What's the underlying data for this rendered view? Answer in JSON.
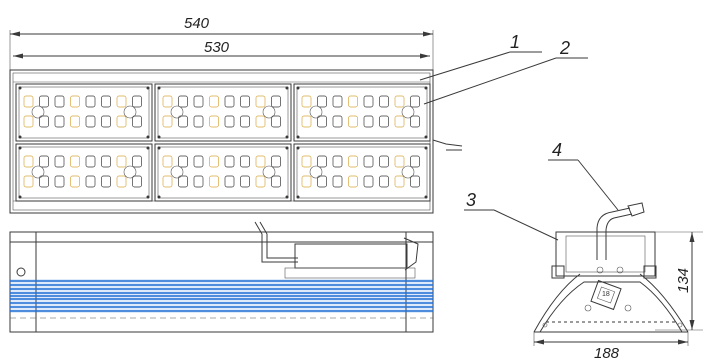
{
  "dimensions": {
    "overall_length": "540",
    "frame_length": "530",
    "side_height": "134",
    "side_width": "188"
  },
  "callouts": [
    "1",
    "2",
    "3",
    "4"
  ],
  "colors": {
    "line": "#3a3a3a",
    "heatsink_blue": "#1f6fd6",
    "led_accent": "#d9a640"
  },
  "modules": {
    "columns": 3,
    "rows": 2,
    "led_columns_per_module": 8,
    "led_rows_per_module": 2
  }
}
